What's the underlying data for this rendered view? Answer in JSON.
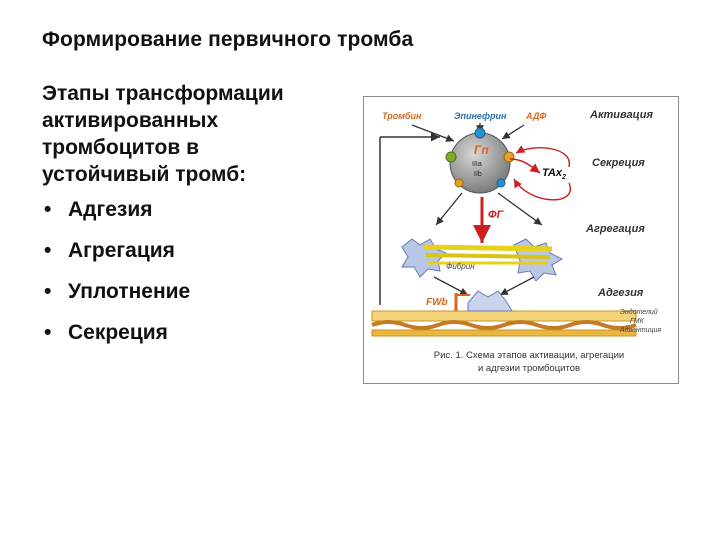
{
  "title": "Формирование первичного тромба",
  "intro_lines": [
    "Этапы трансформации",
    "активированных",
    "тромбоцитов в",
    "устойчивый тромб:"
  ],
  "bullet_symbol": "•",
  "bullets": [
    "Адгезия",
    "Агрегация",
    "Уплотнение",
    "Секреция"
  ],
  "figure": {
    "stages": [
      "Активация",
      "Секреция",
      "Агрегация",
      "Адгезия"
    ],
    "agonists": [
      "Тромбин",
      "Эпинефрин",
      "АДФ"
    ],
    "platelet_center": "Гп",
    "platelet_inner": [
      "IIIa",
      "IIb"
    ],
    "tax_label": "TAx",
    "tax_subscript": "2",
    "fg_label": "ФГ",
    "fibrin_label": "Фибрин",
    "fwb_label": "FWb",
    "layers": [
      "Эндотелий",
      "ГМК",
      "Адвентиция"
    ],
    "caption_line1": "Рис. 1. Схема этапов активации, агрегации",
    "caption_line2": "и адгезии тромбоцитов"
  },
  "colors": {
    "agonist_text": "#d2691e",
    "arrow_red": "#cc1f1f",
    "arrow_orange": "#d9661f",
    "platelet_body": "#9a9a9a",
    "fibrin": "#e6d21a",
    "vessel": "#e9b840"
  }
}
